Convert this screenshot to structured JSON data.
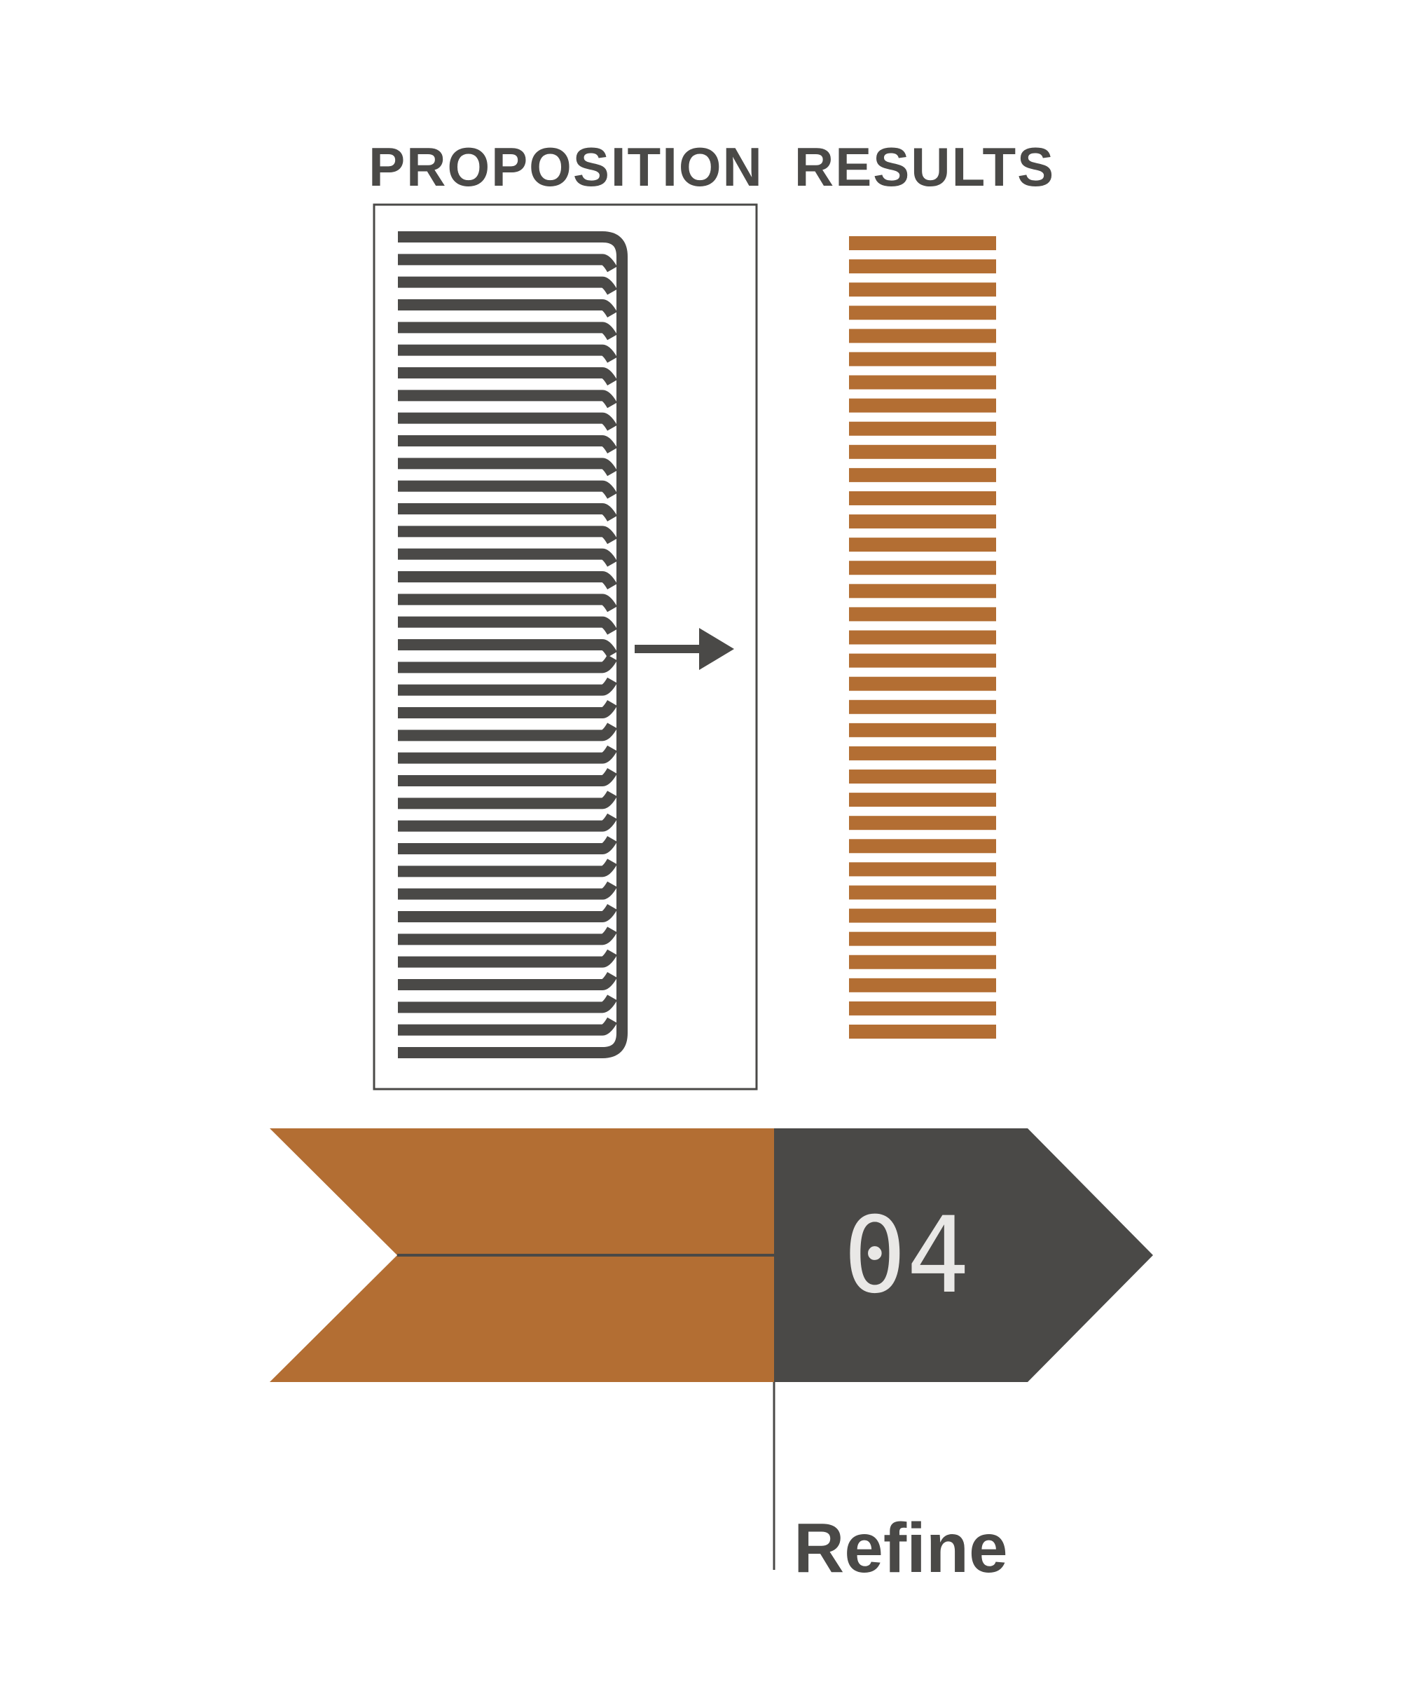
{
  "diagram": {
    "proposition_heading": "PROPOSITION",
    "results_heading": "RESULTS",
    "step_number": "04",
    "step_label": "Refine"
  },
  "colors": {
    "dark": "#4a4947",
    "accent": "#b36e33",
    "background": "#ffffff",
    "number_text": "#e9e8e6"
  }
}
